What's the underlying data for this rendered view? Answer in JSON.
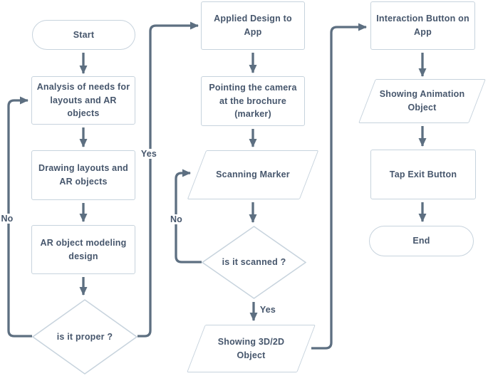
{
  "diagram": {
    "description": "AR application development flowchart",
    "colors": {
      "background": "#ffffff",
      "connector": "#5d6f81",
      "shape_border": "#c7d3dd",
      "shape_fill": "#ffffff",
      "text": "#46566c"
    },
    "nodes": {
      "start": {
        "type": "terminator",
        "label": "Start"
      },
      "analysis": {
        "type": "process",
        "label": "Analysis of needs for\nlayouts and AR\nobjects"
      },
      "drawing": {
        "type": "process",
        "label": "Drawing layouts and\nAR objects"
      },
      "modeling": {
        "type": "process",
        "label": "AR object modeling\ndesign"
      },
      "proper": {
        "type": "decision",
        "label": "is it proper ?"
      },
      "applied": {
        "type": "process",
        "label": "Applied Design to\nApp"
      },
      "pointing": {
        "type": "process",
        "label": "Pointing the camera\nat the brochure\n(marker)"
      },
      "scanning": {
        "type": "input-output",
        "label": "Scanning Marker"
      },
      "scanned": {
        "type": "decision",
        "label": "is it scanned ?"
      },
      "showing3d": {
        "type": "input-output",
        "label": "Showing 3D/2D\nObject"
      },
      "interaction": {
        "type": "process",
        "label": "Interaction Button on\nApp"
      },
      "showinganim": {
        "type": "input-output",
        "label": "Showing Animation\nObject"
      },
      "tapexit": {
        "type": "process",
        "label": "Tap Exit Button"
      },
      "end": {
        "type": "terminator",
        "label": "End"
      }
    },
    "edge_labels": {
      "proper_yes": "Yes",
      "proper_no": "No",
      "scanned_no": "No",
      "scanned_yes": "Yes"
    }
  }
}
